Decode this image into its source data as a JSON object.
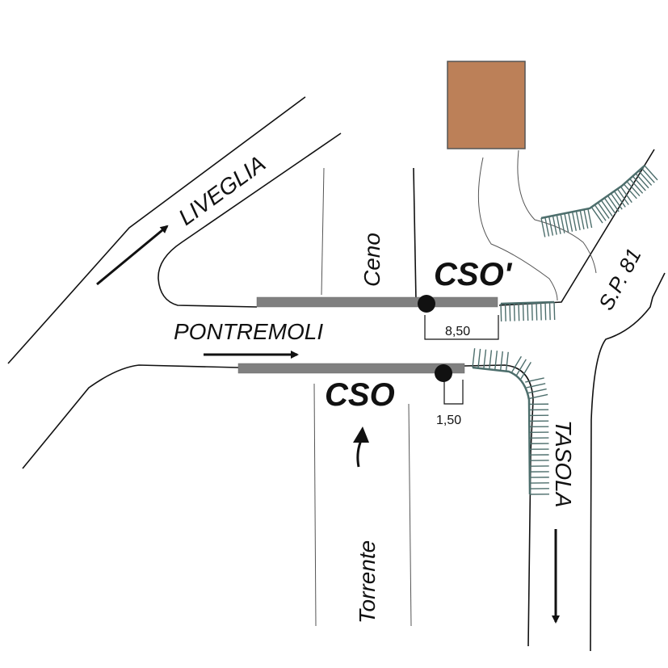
{
  "labels": {
    "liveglia": "LIVEGLIA",
    "pontremoli": "PONTREMOLI",
    "ceno": "Ceno",
    "torrente": "Torrente",
    "cso_upper": "CSO'",
    "cso_lower": "CSO",
    "sp81": "S.P. 81",
    "tasola": "TASOLA",
    "dim_upper": "8,50",
    "dim_lower": "1,50"
  },
  "colors": {
    "building": "#bc8058",
    "bridge": "#808080",
    "vegetation": "#4d6e6c",
    "line": "#111111"
  },
  "icons": {
    "arrow_liveglia": "arrow-up-right-icon",
    "arrow_pontremoli": "arrow-right-icon",
    "arrow_tasola": "arrow-down-icon",
    "flow_marker": "river-flow-arrow-icon",
    "measure_point": "filled-circle-icon"
  }
}
